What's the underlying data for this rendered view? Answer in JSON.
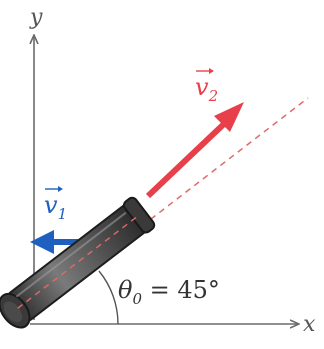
{
  "axes": {
    "x_label": "x",
    "y_label": "y"
  },
  "vectors": {
    "v1": {
      "label": "v",
      "subscript": "1",
      "color": "#1f5fbf"
    },
    "v2": {
      "label": "v",
      "subscript": "2",
      "color": "#e8404a"
    }
  },
  "angle": {
    "label_theta": "θ",
    "label_subscript": "0",
    "label_rest": " = 45°"
  },
  "colors": {
    "axis": "#6b6b6b",
    "dashed_line": "#e06a6a",
    "tube_body": "#5a5a5a",
    "tube_dark": "#2e2e2e"
  }
}
